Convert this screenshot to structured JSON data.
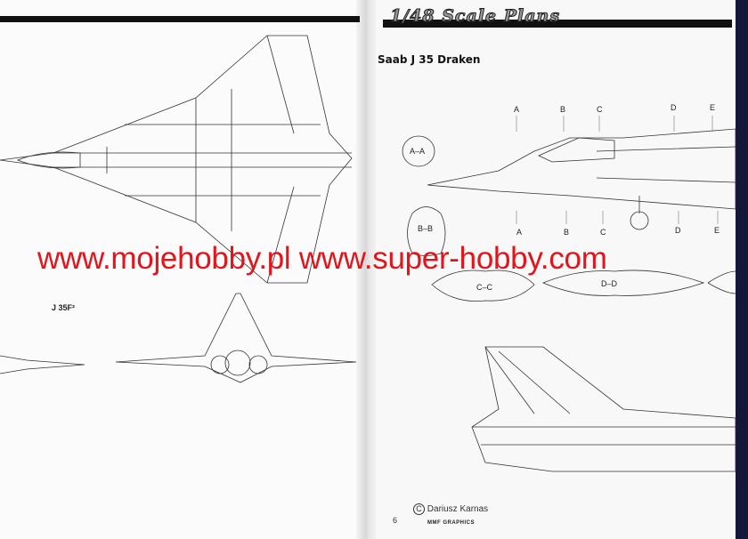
{
  "header": {
    "series_title": "1/48 Scale Plans",
    "article_title": "Saab J 35 Draken"
  },
  "left_page": {
    "variant_label": "J 35F²"
  },
  "section_markers": {
    "top": [
      "A",
      "B",
      "C",
      "D",
      "E"
    ],
    "bottom": [
      "A",
      "B",
      "C",
      "D",
      "E"
    ]
  },
  "sections": {
    "aa": "A–A",
    "bb": "B–B",
    "cc": "C–C",
    "dd": "D–D"
  },
  "watermark": "www.mojehobby.pl www.super-hobby.com",
  "watermark_color": "#e3141b",
  "footer": {
    "page_number": "6",
    "author": "Dariusz Karnas",
    "publisher": "MMF GRAPHICS",
    "copyright_icon": "copyright-icon"
  }
}
